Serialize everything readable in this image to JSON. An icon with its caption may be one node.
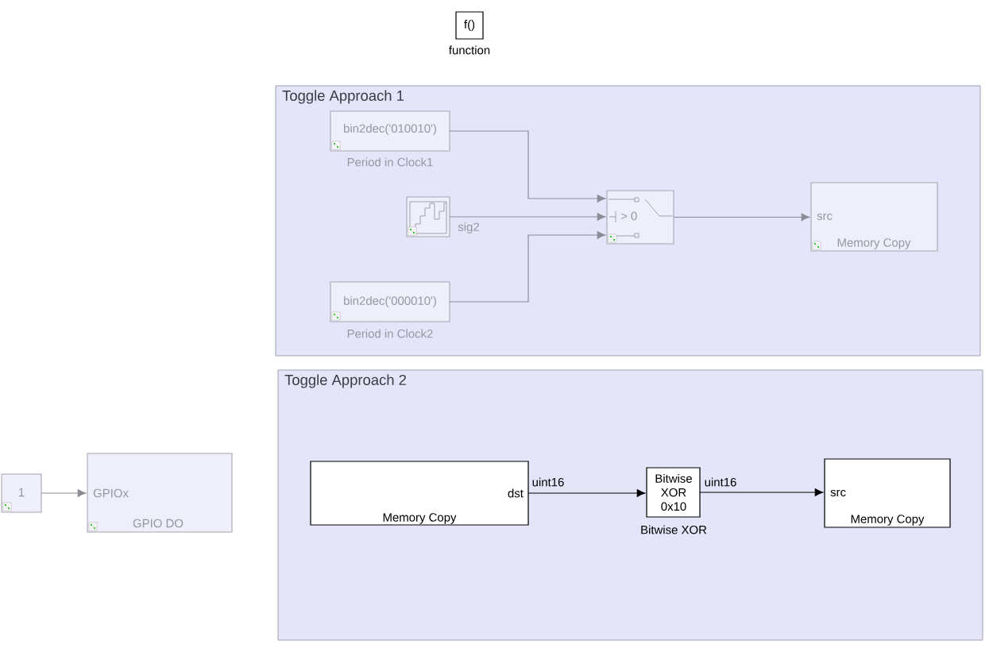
{
  "diagram": {
    "nodes": [
      {
        "text": [
          "f()"
        ],
        "beside": [
          "function"
        ]
      },
      {
        "text": [
          "Toggle Approach 1"
        ]
      },
      {
        "text": [
          "bin2dec('010010')"
        ],
        "in": 1,
        "beside": [
          "Period in Clock1"
        ]
      },
      {
        "text": [],
        "shape": "picture",
        "in": 1
      },
      {
        "text": [
          "bin2dec('000010')"
        ],
        "in": 1,
        "beside": [
          "Period in Clock2"
        ]
      },
      {
        "text": [
          "> 0"
        ],
        "in": 1
      },
      {
        "text": [
          "src",
          "Memory Copy"
        ],
        "in": 1
      },
      {
        "text": [
          "Toggle Approach 2"
        ]
      },
      {
        "text": [
          "dst",
          "Memory Copy"
        ],
        "in": 7
      },
      {
        "text": [
          "Bitwise XOR 0x10"
        ],
        "in": 7,
        "beside": [
          "Bitwise XOR"
        ]
      },
      {
        "text": [
          "src",
          "Memory Copy"
        ],
        "in": 7
      },
      {
        "text": [
          "1"
        ]
      },
      {
        "text": [
          "GPIOx",
          "GPIO DO"
        ]
      }
    ],
    "edges": [
      {
        "from": 2,
        "to": 5,
        "arrow": "to"
      },
      {
        "from": 3,
        "to": 5,
        "arrow": "to",
        "label": "sig2"
      },
      {
        "from": 4,
        "to": 5,
        "arrow": "to"
      },
      {
        "from": 5,
        "to": 6,
        "arrow": "to"
      },
      {
        "from": 8,
        "to": 9,
        "arrow": "to",
        "label": "uint16",
        "color": "#000000"
      },
      {
        "from": 9,
        "to": 10,
        "arrow": "to",
        "label": "uint16",
        "color": "#000000"
      },
      {
        "from": 11,
        "to": 12,
        "arrow": "to"
      }
    ]
  }
}
